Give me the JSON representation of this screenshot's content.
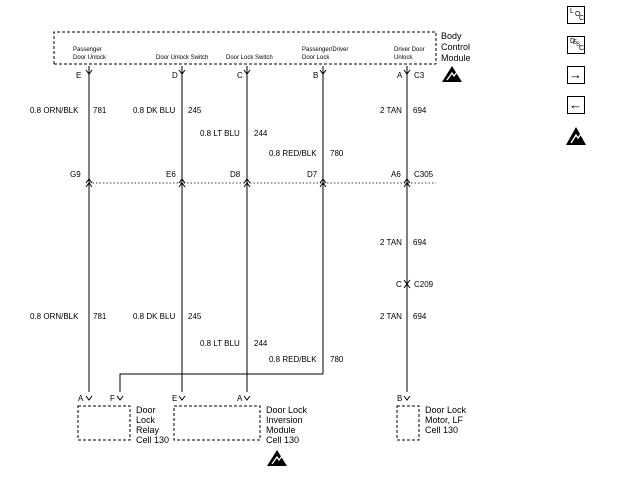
{
  "modules": {
    "bcm": {
      "line1": "Body",
      "line2": "Control",
      "line3": "Module"
    },
    "relay": {
      "line1": "Door",
      "line2": "Lock",
      "line3": "Relay",
      "line4": "Cell 130"
    },
    "inversion": {
      "line1": "Door Lock",
      "line2": "Inversion",
      "line3": "Module",
      "line4": "Cell 130"
    },
    "motor": {
      "line1": "Door Lock",
      "line2": "Motor, LF",
      "line3": "Cell 130"
    }
  },
  "bcm_pins": {
    "p1": {
      "line1": "Passenger",
      "line2": "Door Unlock"
    },
    "p2": {
      "line1": "Door Unlock Switch"
    },
    "p3": {
      "line1": "Door Lock Switch"
    },
    "p4": {
      "line1": "Passenger/Driver",
      "line2": "Door Lock"
    },
    "p5": {
      "line1": "Driver Door",
      "line2": "Unlock"
    }
  },
  "connectors": {
    "top": {
      "t1": "E",
      "t2": "D",
      "t3": "C",
      "t4": "B",
      "t5": "A",
      "name": "C3"
    },
    "mid": {
      "t1": "G9",
      "t2": "E6",
      "t3": "D8",
      "t4": "D7",
      "t5": "A6",
      "name": "C305"
    },
    "c209": {
      "pin": "C",
      "name": "C209"
    },
    "bottom": {
      "relay_a": "A",
      "relay_f": "F",
      "inv_e": "E",
      "inv_a": "A",
      "motor_b": "B"
    }
  },
  "wires": {
    "w1": {
      "color": "0.8 ORN/BLK",
      "circuit": "781"
    },
    "w2": {
      "color": "0.8 DK BLU",
      "circuit": "245"
    },
    "w3": {
      "color": "0.8 LT BLU",
      "circuit": "244"
    },
    "w4": {
      "color": "0.8 RED/BLK",
      "circuit": "780"
    },
    "w5": {
      "color": "2 TAN",
      "circuit": "694"
    }
  },
  "side_buttons": {
    "loc": {
      "a": "L",
      "b": "O",
      "c": "C"
    },
    "desc": {
      "a": "D",
      "b": "E",
      "c": "S",
      "d": "C"
    },
    "next": "→",
    "prev": "←"
  }
}
